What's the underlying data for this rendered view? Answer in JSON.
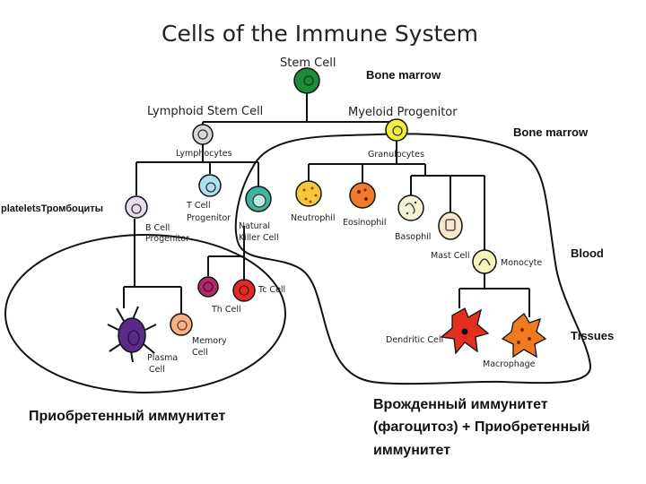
{
  "title": "Cells of the Immune System",
  "nodes": {
    "stem_cell": "Stem Cell",
    "lymphoid": "Lymphoid Stem Cell",
    "myeloid": "Myeloid Progenitor",
    "lymphocytes": "Lymphocytes",
    "granulocytes": "Granulocytes",
    "b_cell_1": "B Cell",
    "b_cell_2": "Progenitor",
    "t_cell_1": "T Cell",
    "t_cell_2": "Progenitor",
    "nk_1": "Natural",
    "nk_2": "Killer Cell",
    "neutrophil": "Neutrophil",
    "eosinophil": "Eosinophil",
    "basophil": "Basophil",
    "mast_cell": "Mast Cell",
    "monocyte": "Monocyte",
    "th_cell": "Th Cell",
    "tc_cell": "Tc Cell",
    "plasma_1": "Plasma",
    "plasma_2": "Cell",
    "memory_1": "Memory",
    "memory_2": "Cell",
    "dendritic": "Dendritic Cell",
    "macrophage": "Macrophage"
  },
  "annotations": {
    "bone_marrow_1": "Bone marrow",
    "bone_marrow_2": "Bone marrow",
    "blood": "Blood",
    "tissues": "Tissues",
    "platelets": "plateletsТромбоциты"
  },
  "captions": {
    "acquired": "Приобретенный иммунитет",
    "innate_1": "Врожденный иммунитет",
    "innate_2": "(фагоцитоз) + Приобретенный",
    "innate_3": "иммунитет"
  },
  "colors": {
    "stem": "#1e8a3a",
    "myeloid": "#f2ee3a",
    "b_cell": "#e9dcf0",
    "t_cell": "#aee0ef",
    "nk": "#3fb2a0",
    "neutrophil": "#f3c93a",
    "eosinophil": "#ef7b2c",
    "basophil": "#f6f2d8",
    "mast": "#f8e7cf",
    "monocyte": "#f7f3bf",
    "th": "#b02a6b",
    "tc": "#e12b22",
    "plasma": "#5b2a86",
    "memory": "#f6b08a",
    "dendritic": "#e2301f",
    "macrophage": "#f07a22"
  }
}
